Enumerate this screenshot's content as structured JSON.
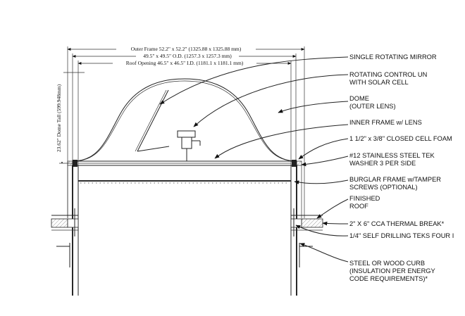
{
  "dimensions": {
    "outer_frame": "Outer Frame 52.2\" x 52.2\" (1325.88 x 1325.88 mm)",
    "od": "49.5\" x 49.5\" O.D. (1257.3 x 1257.3 mm)",
    "roof_opening": "Roof Opening 46.5\" x 46.5\" I.D. (1181.1 x 1181.1 mm)",
    "dome_tall": "23.62\" Dome Tall (599.948mm)"
  },
  "callouts": [
    {
      "lines": [
        "SINGLE ROTATING MIRROR"
      ]
    },
    {
      "lines": [
        "ROTATING CONTROL UN",
        "WITH SOLAR CELL"
      ]
    },
    {
      "lines": [
        "DOME",
        "(OUTER LENS)"
      ]
    },
    {
      "lines": [
        "INNER FRAME w/ LENS"
      ]
    },
    {
      "lines": [
        "1 1/2\" x 3/8\" CLOSED CELL FOAM"
      ]
    },
    {
      "lines": [
        "#12 STAINLESS STEEL TEK",
        "WASHER 3 PER SIDE"
      ]
    },
    {
      "lines": [
        "BURGLAR FRAME w/TAMPER",
        "SCREWS (OPTIONAL)"
      ]
    },
    {
      "lines": [
        "FINISHED",
        "ROOF"
      ]
    },
    {
      "lines": [
        "2\" X 6\" CCA THERMAL BREAK*"
      ]
    },
    {
      "lines": [
        "1/4\" SELF DRILLING TEKS FOUR I"
      ]
    },
    {
      "lines": [
        "STEEL OR WOOD CURB",
        "(INSULATION PER ENERGY",
        "CODE REQUIREMENTS)*"
      ]
    }
  ]
}
